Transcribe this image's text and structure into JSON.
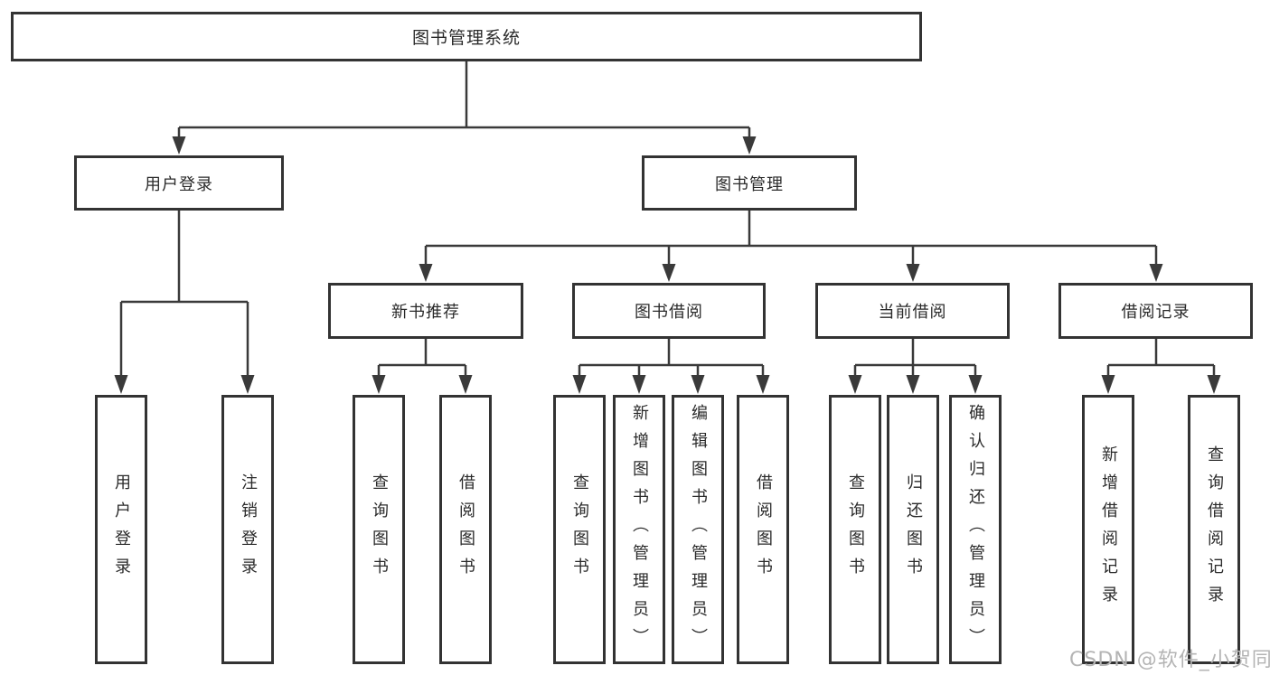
{
  "tree": {
    "label": "图书管理系统",
    "children": [
      {
        "label": "用户登录",
        "children": [
          {
            "label": "用户登录"
          },
          {
            "label": "注销登录"
          }
        ]
      },
      {
        "label": "图书管理",
        "children": [
          {
            "label": "新书推荐",
            "children": [
              {
                "label": "查询图书"
              },
              {
                "label": "借阅图书"
              }
            ]
          },
          {
            "label": "图书借阅",
            "children": [
              {
                "label": "查询图书"
              },
              {
                "label": "新增图书（管理员）"
              },
              {
                "label": "编辑图书（管理员）"
              },
              {
                "label": "借阅图书"
              }
            ]
          },
          {
            "label": "当前借阅",
            "children": [
              {
                "label": "查询图书"
              },
              {
                "label": "归还图书"
              },
              {
                "label": "确认归还（管理员）"
              }
            ]
          },
          {
            "label": "借阅记录",
            "children": [
              {
                "label": "新增借阅记录"
              },
              {
                "label": "查询借阅记录"
              }
            ]
          }
        ]
      }
    ]
  },
  "watermark": {
    "text": "CSDN @软件_小贺同学"
  },
  "colors": {
    "line": "#3a3a3a",
    "box_border": "#333333",
    "box_fill": "#ffffff",
    "text": "#2a2a2a",
    "watermark": "#b4b4b4",
    "background": "#ffffff"
  }
}
